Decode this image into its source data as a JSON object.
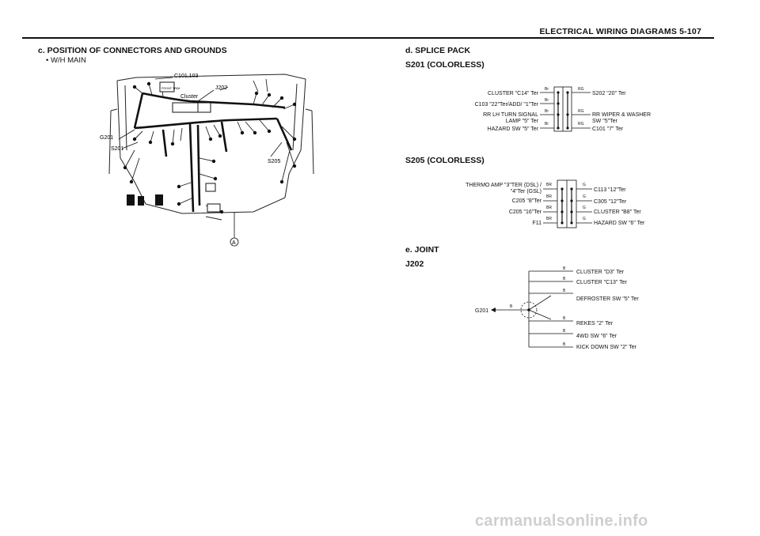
{
  "header": {
    "title": "ELECTRICAL WIRING DIAGRAMS  5-107"
  },
  "section_c": {
    "heading": "c. POSITION OF CONNECTORS AND GROUNDS",
    "subheading": "•  W/H MAIN",
    "labels": {
      "c101": "C101,103",
      "cluster": "Cluster",
      "j202": "J202",
      "g201": "G201",
      "s201": "S201",
      "s205": "S205",
      "a": "A",
      "box": "FRONT TRIM"
    }
  },
  "section_d": {
    "heading": "d. SPLICE PACK",
    "s201": {
      "title": "S201  (COLORLESS)",
      "left": [
        "CLUSTER \"C14\" Ter",
        "C103 \"22\"Ter/ADD/ \"1\"Ter",
        "RR LH TURN SIGNAL",
        "LAMP \"5\" Ter",
        "HAZARD SW \"5\" Ter"
      ],
      "left_colors": [
        "Br",
        "Br",
        "Br",
        "Br"
      ],
      "right": [
        "S202 \"20\" Ter",
        "RR WIPER & WASHER",
        "SW \"5\"Ter",
        "C101 \"7\" Ter"
      ],
      "right_colors": [
        "RG",
        "RG",
        "RG"
      ]
    },
    "s205": {
      "title": "S205  (COLORLESS)",
      "left": [
        "THERMO AMP \"3\"TER (DSL) /",
        "\"4\"Ter (GSL)",
        "C205 \"8\"Ter",
        "C205 \"16\"Ter",
        "F11"
      ],
      "left_colors": [
        "BR",
        "BR",
        "BR",
        "BR"
      ],
      "right": [
        "C113 \"12\"Ter",
        "C305 \"12\"Ter",
        "CLUSTER \"B8\" Ter",
        "HAZARD SW \"6\" Ter"
      ],
      "right_colors": [
        "G",
        "G",
        "G",
        "G"
      ]
    }
  },
  "section_e": {
    "heading": "e. JOINT",
    "j202": {
      "title": "J202",
      "ground": "G201",
      "ground_color": "B",
      "branches": [
        "CLUSTER \"D3\" Ter",
        "CLUSTER \"C13\" Ter",
        "DEFROSTER SW \"5\" Ter",
        "REKES \"2\" Ter",
        "4WD SW \"6\" Ter",
        "KICK DOWN SW \"2\" Ter"
      ],
      "branch_colors": [
        "B",
        "B",
        "B",
        "B",
        "B",
        "B"
      ]
    }
  },
  "watermark": "carmanualsonline.info"
}
